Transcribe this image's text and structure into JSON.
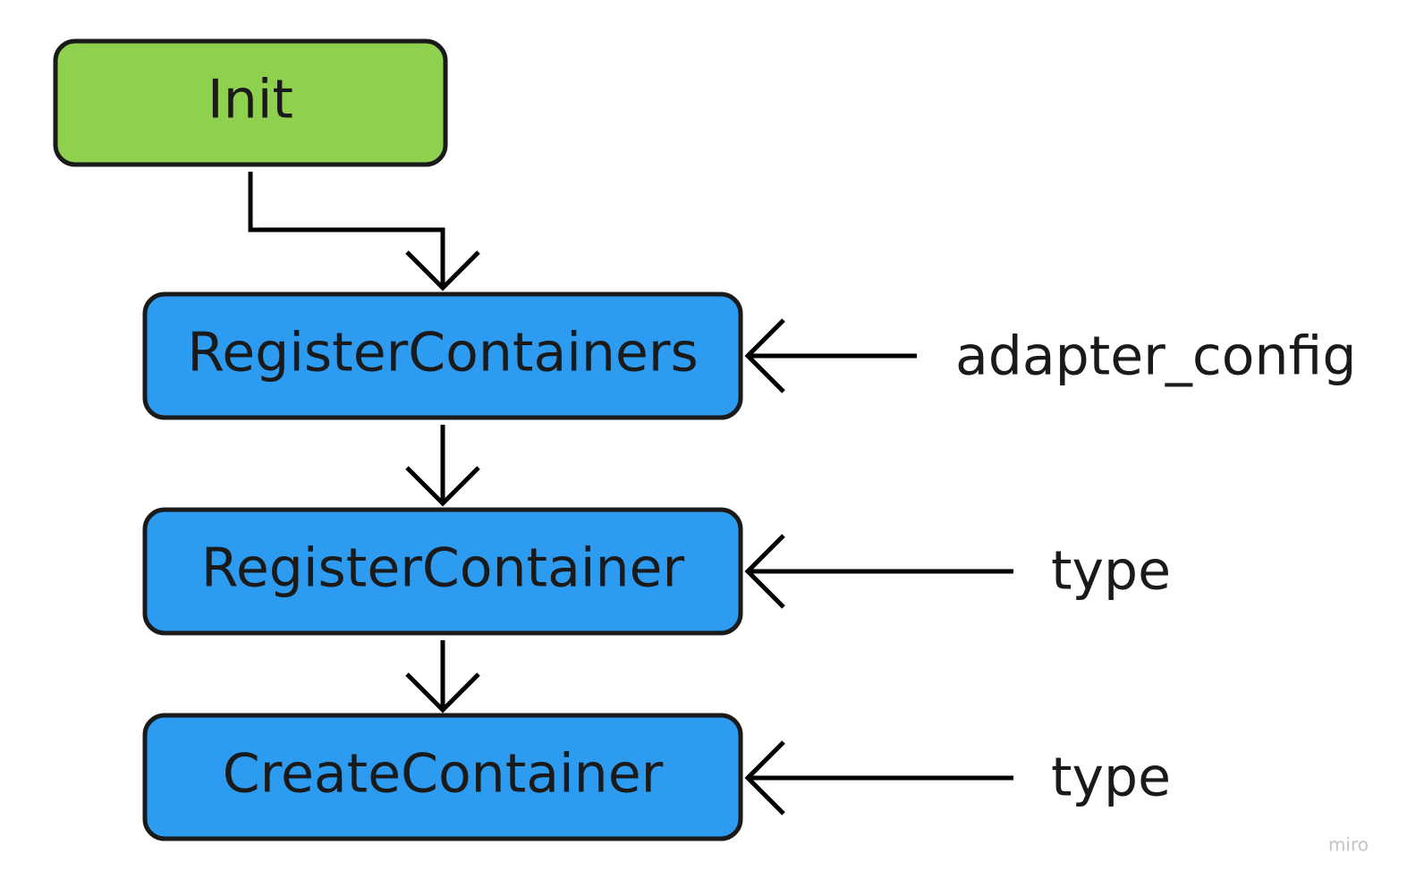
{
  "colors": {
    "start_fill": "#8fd14f",
    "process_fill": "#2d9bf0",
    "stroke": "#1a1a1a",
    "text": "#1a1a1a",
    "watermark": "#c4c4c4"
  },
  "nodes": {
    "init": {
      "label": "Init"
    },
    "register_containers": {
      "label": "RegisterContainers"
    },
    "register_container": {
      "label": "RegisterContainer"
    },
    "create_container": {
      "label": "CreateContainer"
    }
  },
  "inputs": {
    "adapter_config": {
      "label": "adapter_config"
    },
    "type_1": {
      "label": "type"
    },
    "type_2": {
      "label": "type"
    }
  },
  "watermark": {
    "text": "miro"
  }
}
